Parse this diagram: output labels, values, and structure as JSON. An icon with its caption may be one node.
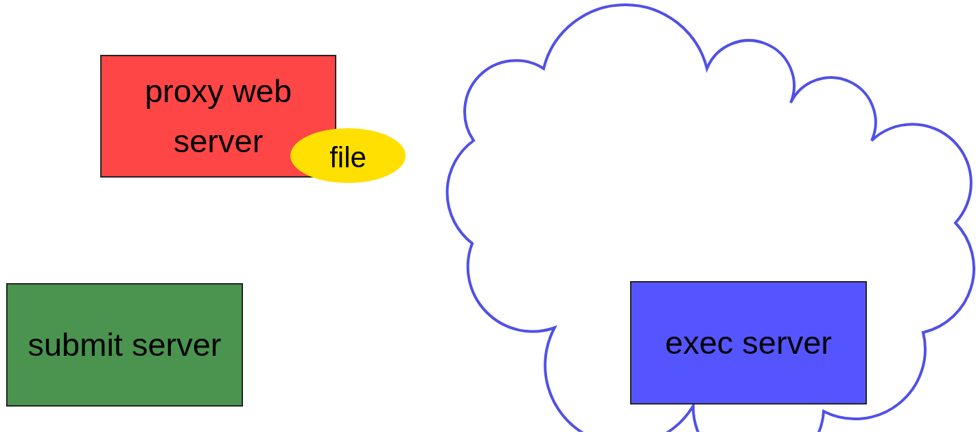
{
  "diagram": {
    "nodes": [
      {
        "text": [
          "proxy web server"
        ]
      },
      {
        "text": [
          "file"
        ]
      },
      {
        "text": [
          "submit server"
        ]
      },
      {
        "text": [],
        "shape": "cloud"
      },
      {
        "text": [
          "exec server"
        ],
        "in": 3
      }
    ]
  }
}
